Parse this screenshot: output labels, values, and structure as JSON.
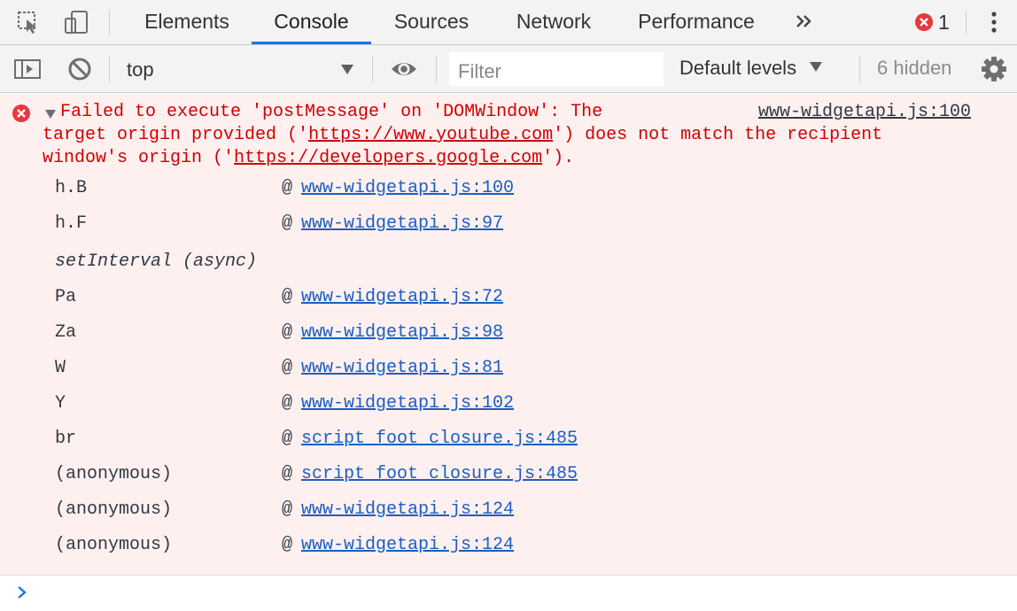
{
  "tabs": [
    {
      "label": "Elements",
      "active": false
    },
    {
      "label": "Console",
      "active": true
    },
    {
      "label": "Sources",
      "active": false
    },
    {
      "label": "Network",
      "active": false
    },
    {
      "label": "Performance",
      "active": false
    }
  ],
  "error_badge": {
    "count": "1"
  },
  "toolbar": {
    "context": "top",
    "filter_placeholder": "Filter",
    "levels_label": "Default levels",
    "hidden_label": "6 hidden"
  },
  "message": {
    "line1": "Failed to execute 'postMessage' on 'DOMWindow': The",
    "line2_a": "target origin provided ('",
    "line2_url": "https://www.youtube.com",
    "line2_b": "') does not match the recipient",
    "line3_a": "window's origin ('",
    "line3_url": "https://developers.google.com",
    "line3_b": "').",
    "source": "www-widgetapi.js:100",
    "frames": [
      {
        "fn": "h.B",
        "loc": "www-widgetapi.js:100"
      },
      {
        "fn": "h.F",
        "loc": "www-widgetapi.js:97"
      },
      {
        "fn": "Pa",
        "loc": "www-widgetapi.js:72"
      },
      {
        "fn": "Za",
        "loc": "www-widgetapi.js:98"
      },
      {
        "fn": "W",
        "loc": "www-widgetapi.js:81"
      },
      {
        "fn": "Y",
        "loc": "www-widgetapi.js:102"
      },
      {
        "fn": "br",
        "loc": "script_foot_closure.js:485"
      },
      {
        "fn": "(anonymous)",
        "loc": "script_foot_closure.js:485"
      },
      {
        "fn": "(anonymous)",
        "loc": "www-widgetapi.js:124"
      },
      {
        "fn": "(anonymous)",
        "loc": "www-widgetapi.js:124"
      }
    ],
    "async_label": "setInterval (async)",
    "at_sign": "@"
  },
  "colors": {
    "accent": "#1a73e8",
    "error_text": "#d00000",
    "error_bg": "#fff0f0",
    "link": "#1a5ec1"
  },
  "icons": [
    "inspect-element-icon",
    "device-toolbar-icon",
    "more-tabs-icon",
    "error-icon",
    "kebab-menu-icon",
    "sidebar-toggle-icon",
    "clear-console-icon",
    "eye-icon",
    "gear-icon",
    "expand-triangle-icon",
    "prompt-chevron-icon"
  ]
}
